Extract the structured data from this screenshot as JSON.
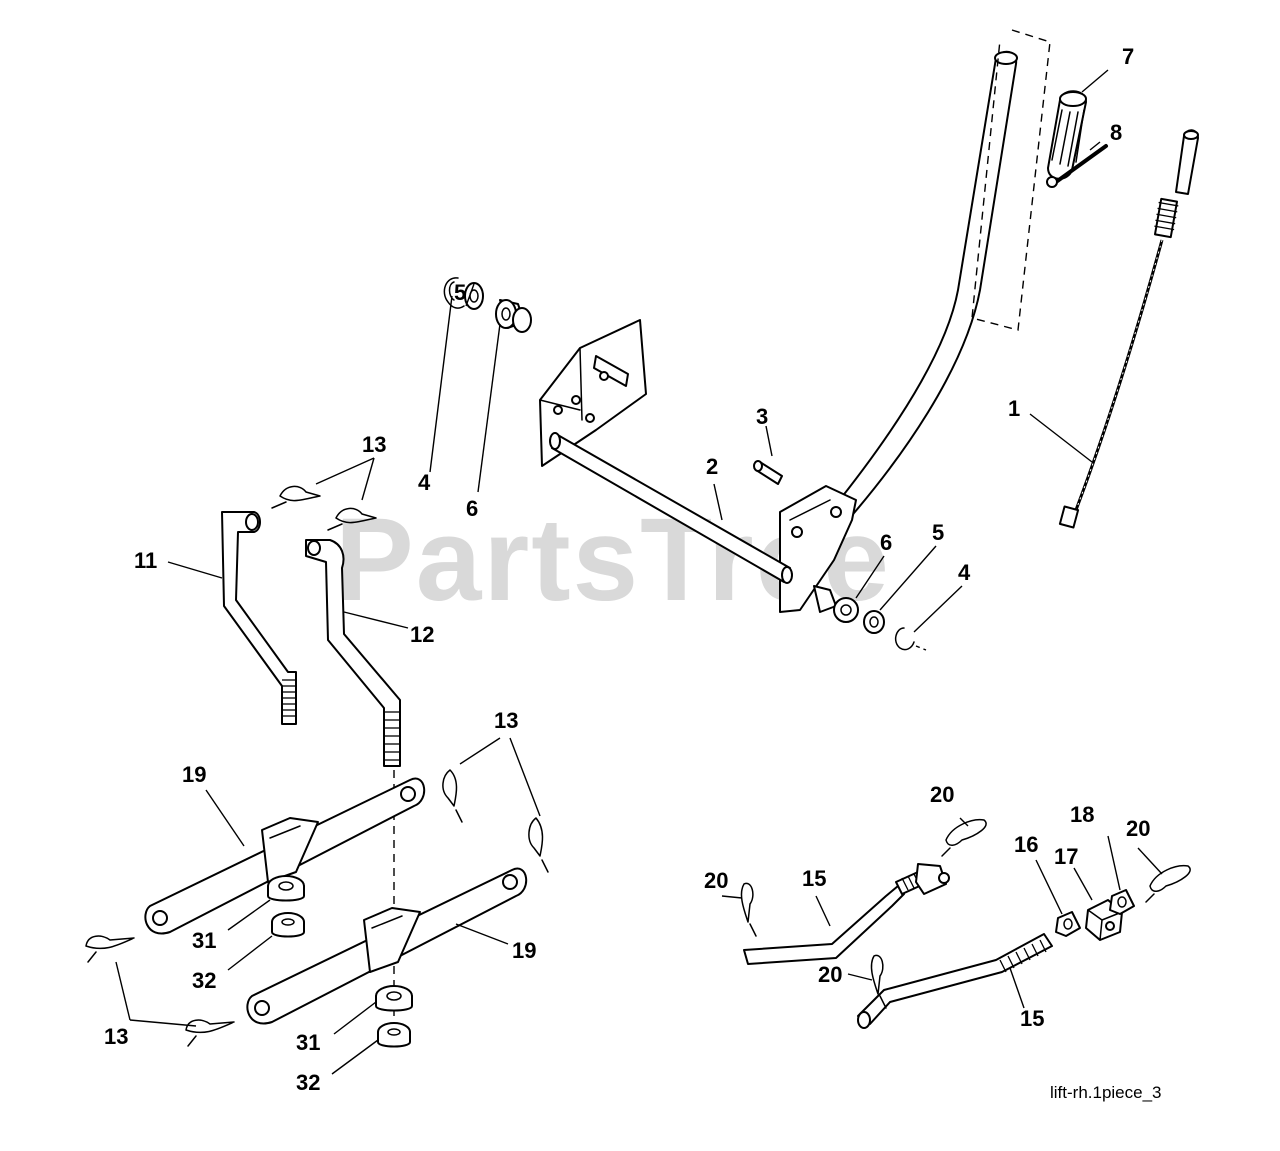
{
  "watermark": {
    "text": "PartsTree"
  },
  "caption": "lift-rh.1piece_3",
  "callouts": {
    "c1": "1",
    "c2": "2",
    "c3": "3",
    "c4a": "4",
    "c4b": "4",
    "c5a": "5",
    "c5b": "5",
    "c6a": "6",
    "c6b": "6",
    "c7": "7",
    "c8": "8",
    "c11": "11",
    "c12": "12",
    "c13a": "13",
    "c13b": "13",
    "c13c": "13",
    "c15a": "15",
    "c15b": "15",
    "c16": "16",
    "c17": "17",
    "c18": "18",
    "c19a": "19",
    "c19b": "19",
    "c20a": "20",
    "c20b": "20",
    "c20c": "20",
    "c20d": "20",
    "c31a": "31",
    "c31b": "31",
    "c32a": "32",
    "c32b": "32"
  }
}
